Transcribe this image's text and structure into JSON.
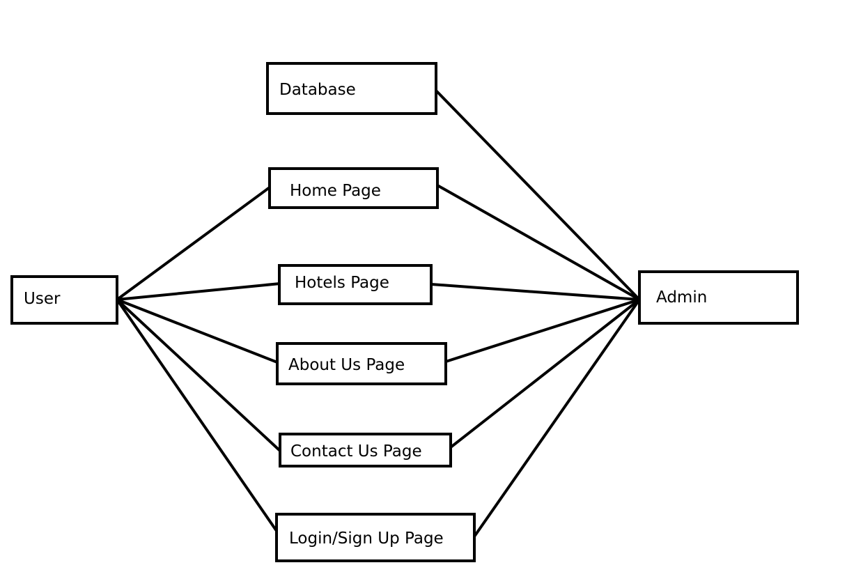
{
  "diagram": {
    "nodes": {
      "user": "User",
      "admin": "Admin",
      "database": "Database",
      "home": "Home Page",
      "hotels": "Hotels Page",
      "about": "About Us Page",
      "contact": "Contact Us Page",
      "login": "Login/Sign Up Page"
    },
    "edges": [
      {
        "from": "user",
        "to": "home"
      },
      {
        "from": "user",
        "to": "hotels"
      },
      {
        "from": "user",
        "to": "about"
      },
      {
        "from": "user",
        "to": "contact"
      },
      {
        "from": "user",
        "to": "login"
      },
      {
        "from": "database",
        "to": "admin"
      },
      {
        "from": "home",
        "to": "admin"
      },
      {
        "from": "hotels",
        "to": "admin"
      },
      {
        "from": "about",
        "to": "admin"
      },
      {
        "from": "contact",
        "to": "admin"
      },
      {
        "from": "login",
        "to": "admin"
      }
    ]
  }
}
